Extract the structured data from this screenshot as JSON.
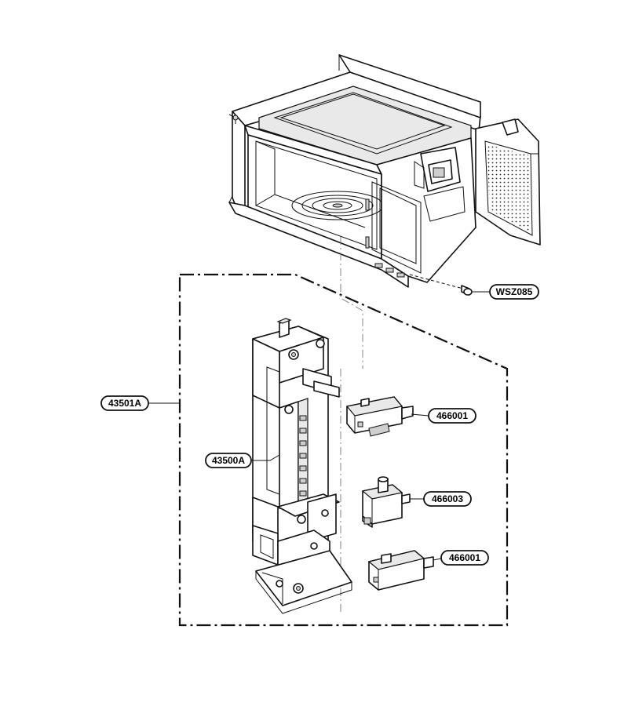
{
  "labels": {
    "screw": "WSZ085",
    "assembly": "43501A",
    "holder": "43500A",
    "switch_top": "466001",
    "switch_middle": "466003",
    "switch_bottom": "466001"
  }
}
